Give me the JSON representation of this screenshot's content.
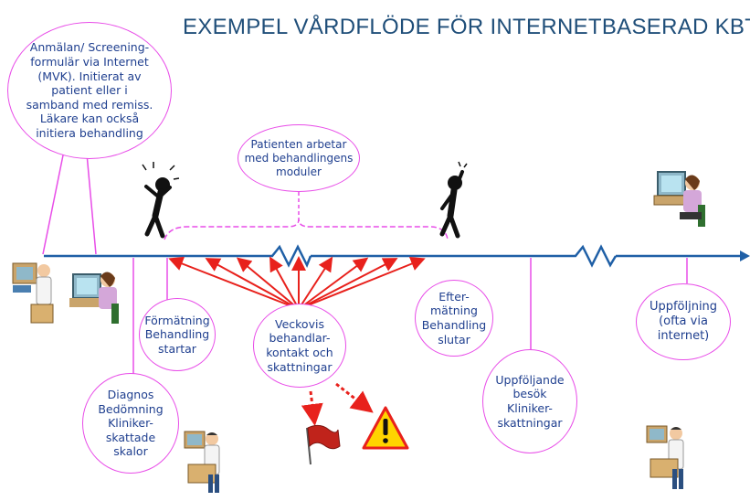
{
  "title": "EXEMPEL VÅRDFLÖDE FÖR INTERNETBASERAD KBT",
  "nodes": {
    "anmalan": "Anmälan/ Screening-\nformulär via Internet\n(MVK). Initierat av\npatient eller i\nsamband med remiss.\nLäkare kan också\ninitiera   behandling",
    "patienten": "Patienten arbetar\nmed behandlingens\nmoduler",
    "formatning": "Förmätning\nBehandling\nstartar",
    "veckovis": "Veckovis\nbehandlar-\nkontakt och\nskattningar",
    "eftermatning": "Efter-\nmätning\nBehandling\nslutar",
    "uppfoljande": "Uppföljande\nbesök\nKliniker-\nskattningar",
    "uppfoljning": "Uppföljning\n(ofta via\ninternet)",
    "diagnos": "Diagnos\nBedömning\nKliniker-\nskattade\nskalor"
  },
  "colors": {
    "timeline": "#1f5fa6",
    "bubble_border": "#e84de8",
    "arrow": "#e8211c",
    "text": "#1f3f8f",
    "title": "#1f4e79"
  },
  "icons": [
    "stressed-figure-icon",
    "cheering-figure-icon",
    "computer-user-icon",
    "doctor-icon",
    "red-flag-icon",
    "warning-sign-icon"
  ]
}
